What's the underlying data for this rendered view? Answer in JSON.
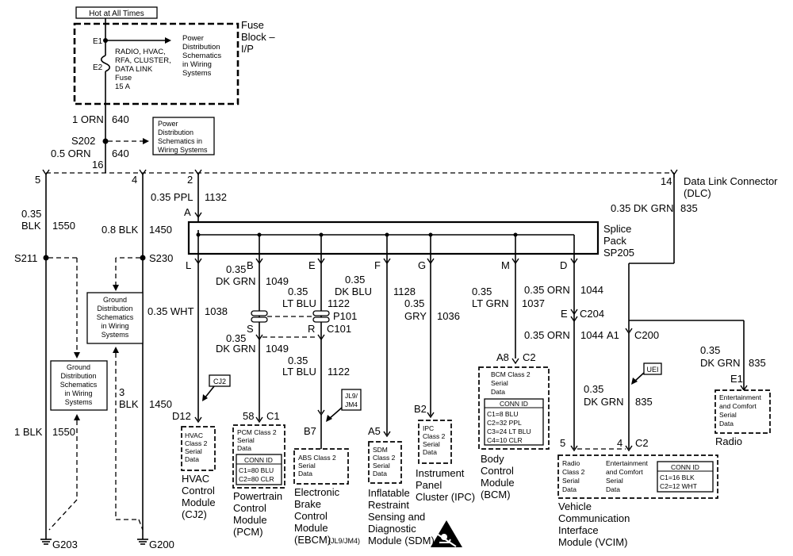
{
  "fuse_block": {
    "hot_label": "Hot at All Times",
    "title": [
      "Fuse",
      "Block –",
      "I/P"
    ],
    "e1": "E1",
    "e2": "E2",
    "fuse_desc": [
      "RADIO, HVAC,",
      "RFA, CLUSTER,",
      "DATA LINK",
      "Fuse",
      "15 A"
    ],
    "power_ref": [
      "Power",
      "Distribution",
      "Schematics",
      "in Wiring",
      "Systems"
    ]
  },
  "top_wire": {
    "orn1": "1 ORN",
    "orn1_circuit": "640",
    "splice": "S202",
    "orn2": "0.5 ORN",
    "orn2_circuit": "640",
    "pin": "16",
    "power_ref": [
      "Power",
      "Distribution",
      "Schematics in",
      "Wiring Systems"
    ]
  },
  "dlc": {
    "title": [
      "Data Link Connector",
      "(DLC)"
    ],
    "pin5": "5",
    "pin4": "4",
    "pin2": "2",
    "pin14": "14"
  },
  "wires": {
    "ppl": "0.35 PPL",
    "ppl_circuit": "1132",
    "pin_a": "A",
    "dkgrn_top": "0.35 DK GRN",
    "dkgrn_top_circuit": "835",
    "blk_gauge": "0.35",
    "blk_color": "BLK",
    "blk_circuit": "1550",
    "blk08": "0.8 BLK",
    "blk08_circuit": "1450"
  },
  "splice_pack": {
    "title": [
      "Splice",
      "Pack",
      "SP205"
    ],
    "pins": [
      "L",
      "B",
      "E",
      "F",
      "G",
      "M",
      "D"
    ]
  },
  "grounds": {
    "s211": "S211",
    "s230": "S230",
    "g203": "G203",
    "g200": "G200",
    "ref_a": [
      "Ground",
      "Distribution",
      "Schematics",
      "in Wiring",
      "Systems"
    ],
    "ref_b": [
      "Ground",
      "Distribution",
      "Schematics",
      "in Wiring",
      "Systems"
    ],
    "blk1": "1 BLK",
    "blk1_circuit": "1550",
    "blk3": "3",
    "blk3_color": "BLK",
    "blk3_circuit": "1450"
  },
  "branches": {
    "whtpos": "0.35 WHT",
    "wht_circuit": "1038",
    "b_gauge": "0.35",
    "b_color": "DK GRN",
    "b_circuit": "1049",
    "e_gauge": "0.35",
    "e_color": "LT BLU",
    "e_circuit": "1122",
    "f_gauge": "0.35",
    "f_color": "DK BLU",
    "f_circuit": "1128",
    "g_gauge": "0.35",
    "g_color": "GRY",
    "g_circuit": "1036",
    "m_gauge": "0.35",
    "m_color": "LT GRN",
    "m_circuit": "1037",
    "d_wire": "0.35 ORN",
    "d_circuit": "1044",
    "d_wire2": "0.35 ORN",
    "d_circuit2": "1044",
    "p101": "P101",
    "c101": "C101",
    "s_pin": "S",
    "r_pin": "R",
    "s_gauge": "0.35",
    "s_color": "DK GRN",
    "s_circuit": "1049",
    "r_gauge": "0.35",
    "r_color": "LT BLU",
    "r_circuit": "1122",
    "c204": "C204",
    "c204_pin": "E",
    "c200": "C200",
    "c200_pin": "A1",
    "vcim_wire_gauge": "0.35",
    "vcim_wire_color": "DK GRN",
    "vcim_wire_circuit": "835",
    "radio_wire_gauge": "0.35",
    "radio_wire_color": "DK GRN",
    "radio_wire_circuit": "835",
    "radio_pin": "E1"
  },
  "modules": {
    "hvac": {
      "pin": "D12",
      "tag": "CJ2",
      "text": [
        "HVAC",
        "Class 2",
        "Serial",
        "Data"
      ],
      "name": [
        "HVAC",
        "Control",
        "Module",
        "(CJ2)"
      ]
    },
    "pcm": {
      "pin": "58",
      "conn": "C1",
      "text": [
        "PCM Class 2",
        "Serial",
        "Data"
      ],
      "conn_title": "CONN ID",
      "conn_rows": [
        "C1=80 BLU",
        "C2=80 CLR"
      ],
      "name": [
        "Powertrain",
        "Control",
        "Module",
        "(PCM)"
      ]
    },
    "ebcm": {
      "pin": "B7",
      "tag": [
        "JL9/",
        "JM4"
      ],
      "text": [
        "ABS Class 2",
        "Serial",
        "Data"
      ],
      "name": [
        "Electronic",
        "Brake",
        "Control",
        "Module"
      ],
      "name_last": "(EBCM)",
      "name_suffix": "(JL9/JM4)"
    },
    "sdm": {
      "pin": "A5",
      "text": [
        "SDM",
        "Class 2",
        "Serial",
        "Data"
      ],
      "name": [
        "Inflatable",
        "Restraint",
        "Sensing and",
        "Diagnostic",
        "Module (SDM)"
      ]
    },
    "ipc": {
      "pin": "B2",
      "text": [
        "IPC",
        "Class 2",
        "Serial",
        "Data"
      ],
      "name": [
        "Instrument",
        "Panel",
        "Cluster (IPC)"
      ]
    },
    "bcm": {
      "pin": "A8",
      "conn": "C2",
      "text": [
        "BCM Class 2",
        "Serial",
        "Data"
      ],
      "conn_title": "CONN ID",
      "conn_rows": [
        "C1=8 BLU",
        "C2=32 PPL",
        "C3=24 LT BLU",
        "C4=10 CLR"
      ],
      "name": [
        "Body",
        "Control",
        "Module",
        "(BCM)"
      ]
    },
    "vcim": {
      "pin5": "5",
      "pin4": "4",
      "conn": "C2",
      "tag": "UEI",
      "radio_text": [
        "Radio",
        "Class 2",
        "Serial",
        "Data"
      ],
      "ent_text": [
        "Entertainment",
        "and Comfort",
        "Serial",
        "Data"
      ],
      "conn_title": "CONN ID",
      "conn_rows": [
        "C1=16 BLK",
        "C2=12 WHT"
      ],
      "name": [
        "Vehicle",
        "Communication",
        "Interface",
        "Module (VCIM)"
      ]
    },
    "radio": {
      "text": [
        "Entertainment",
        "and Comfort",
        "Serial",
        "Data"
      ],
      "name": "Radio"
    }
  }
}
